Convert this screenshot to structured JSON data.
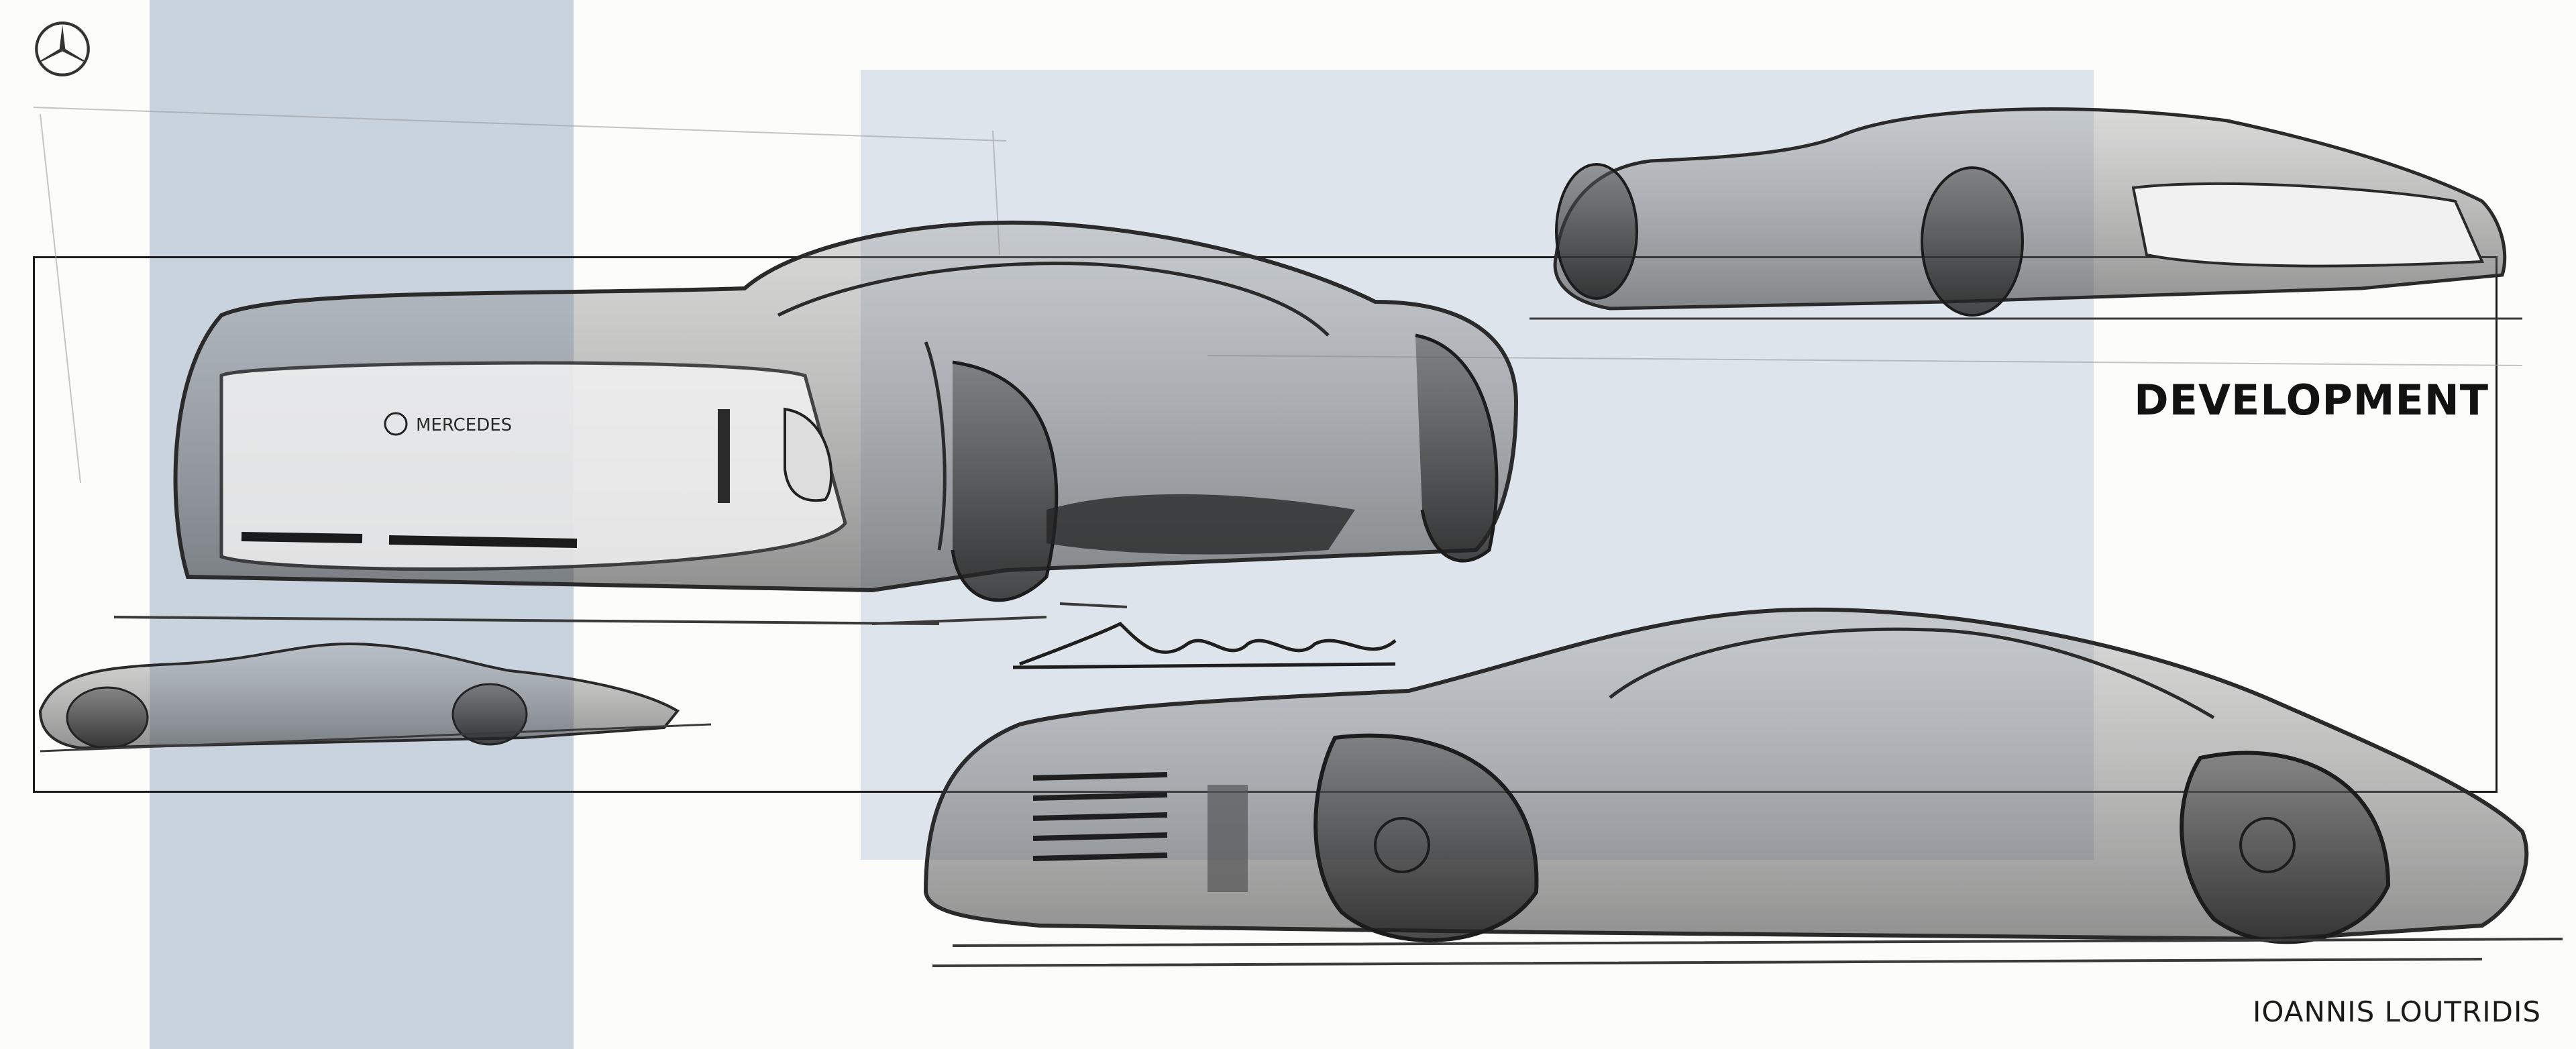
{
  "colors": {
    "background": "#fcfcfb",
    "panel_left": "#c8d3de",
    "panel_center": "#dde4eb",
    "ink": "#2a2a2a"
  },
  "icons": {
    "logo": "mercedes-star-icon"
  },
  "title": "DEVELOPMENT",
  "author": "IOANNIS LOUTRIDIS",
  "car_badge_text": "MERCEDES"
}
